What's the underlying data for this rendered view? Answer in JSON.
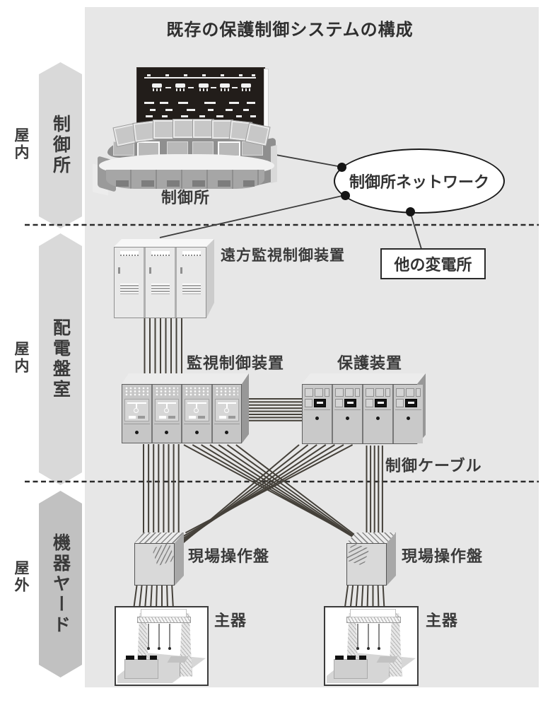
{
  "title": "既存の保護制御システムの構成",
  "zones": [
    {
      "location": "屋内",
      "name": "制御所"
    },
    {
      "location": "屋内",
      "name": "配電盤室"
    },
    {
      "location": "屋外",
      "name": "機器ヤード"
    }
  ],
  "nodes": {
    "control_center_caption": "制御所",
    "network_oval": "制御所ネットワーク",
    "other_substation": "他の変電所",
    "remote_device": "遠方監視制御装置",
    "scada_device": "監視制御装置",
    "protection_device": "保護装置",
    "control_cable": "制御ケーブル",
    "local_panel": "現場操作盤",
    "main_equipment": "主器"
  },
  "colors": {
    "diagram_bg": "#e7e7e7",
    "band_indoor": "#d9d9d9",
    "band_outdoor": "#c1c1c1",
    "cable_line": "#45413a",
    "border_dark": "#1a1a1a",
    "label_text": "#3a3a3a"
  }
}
